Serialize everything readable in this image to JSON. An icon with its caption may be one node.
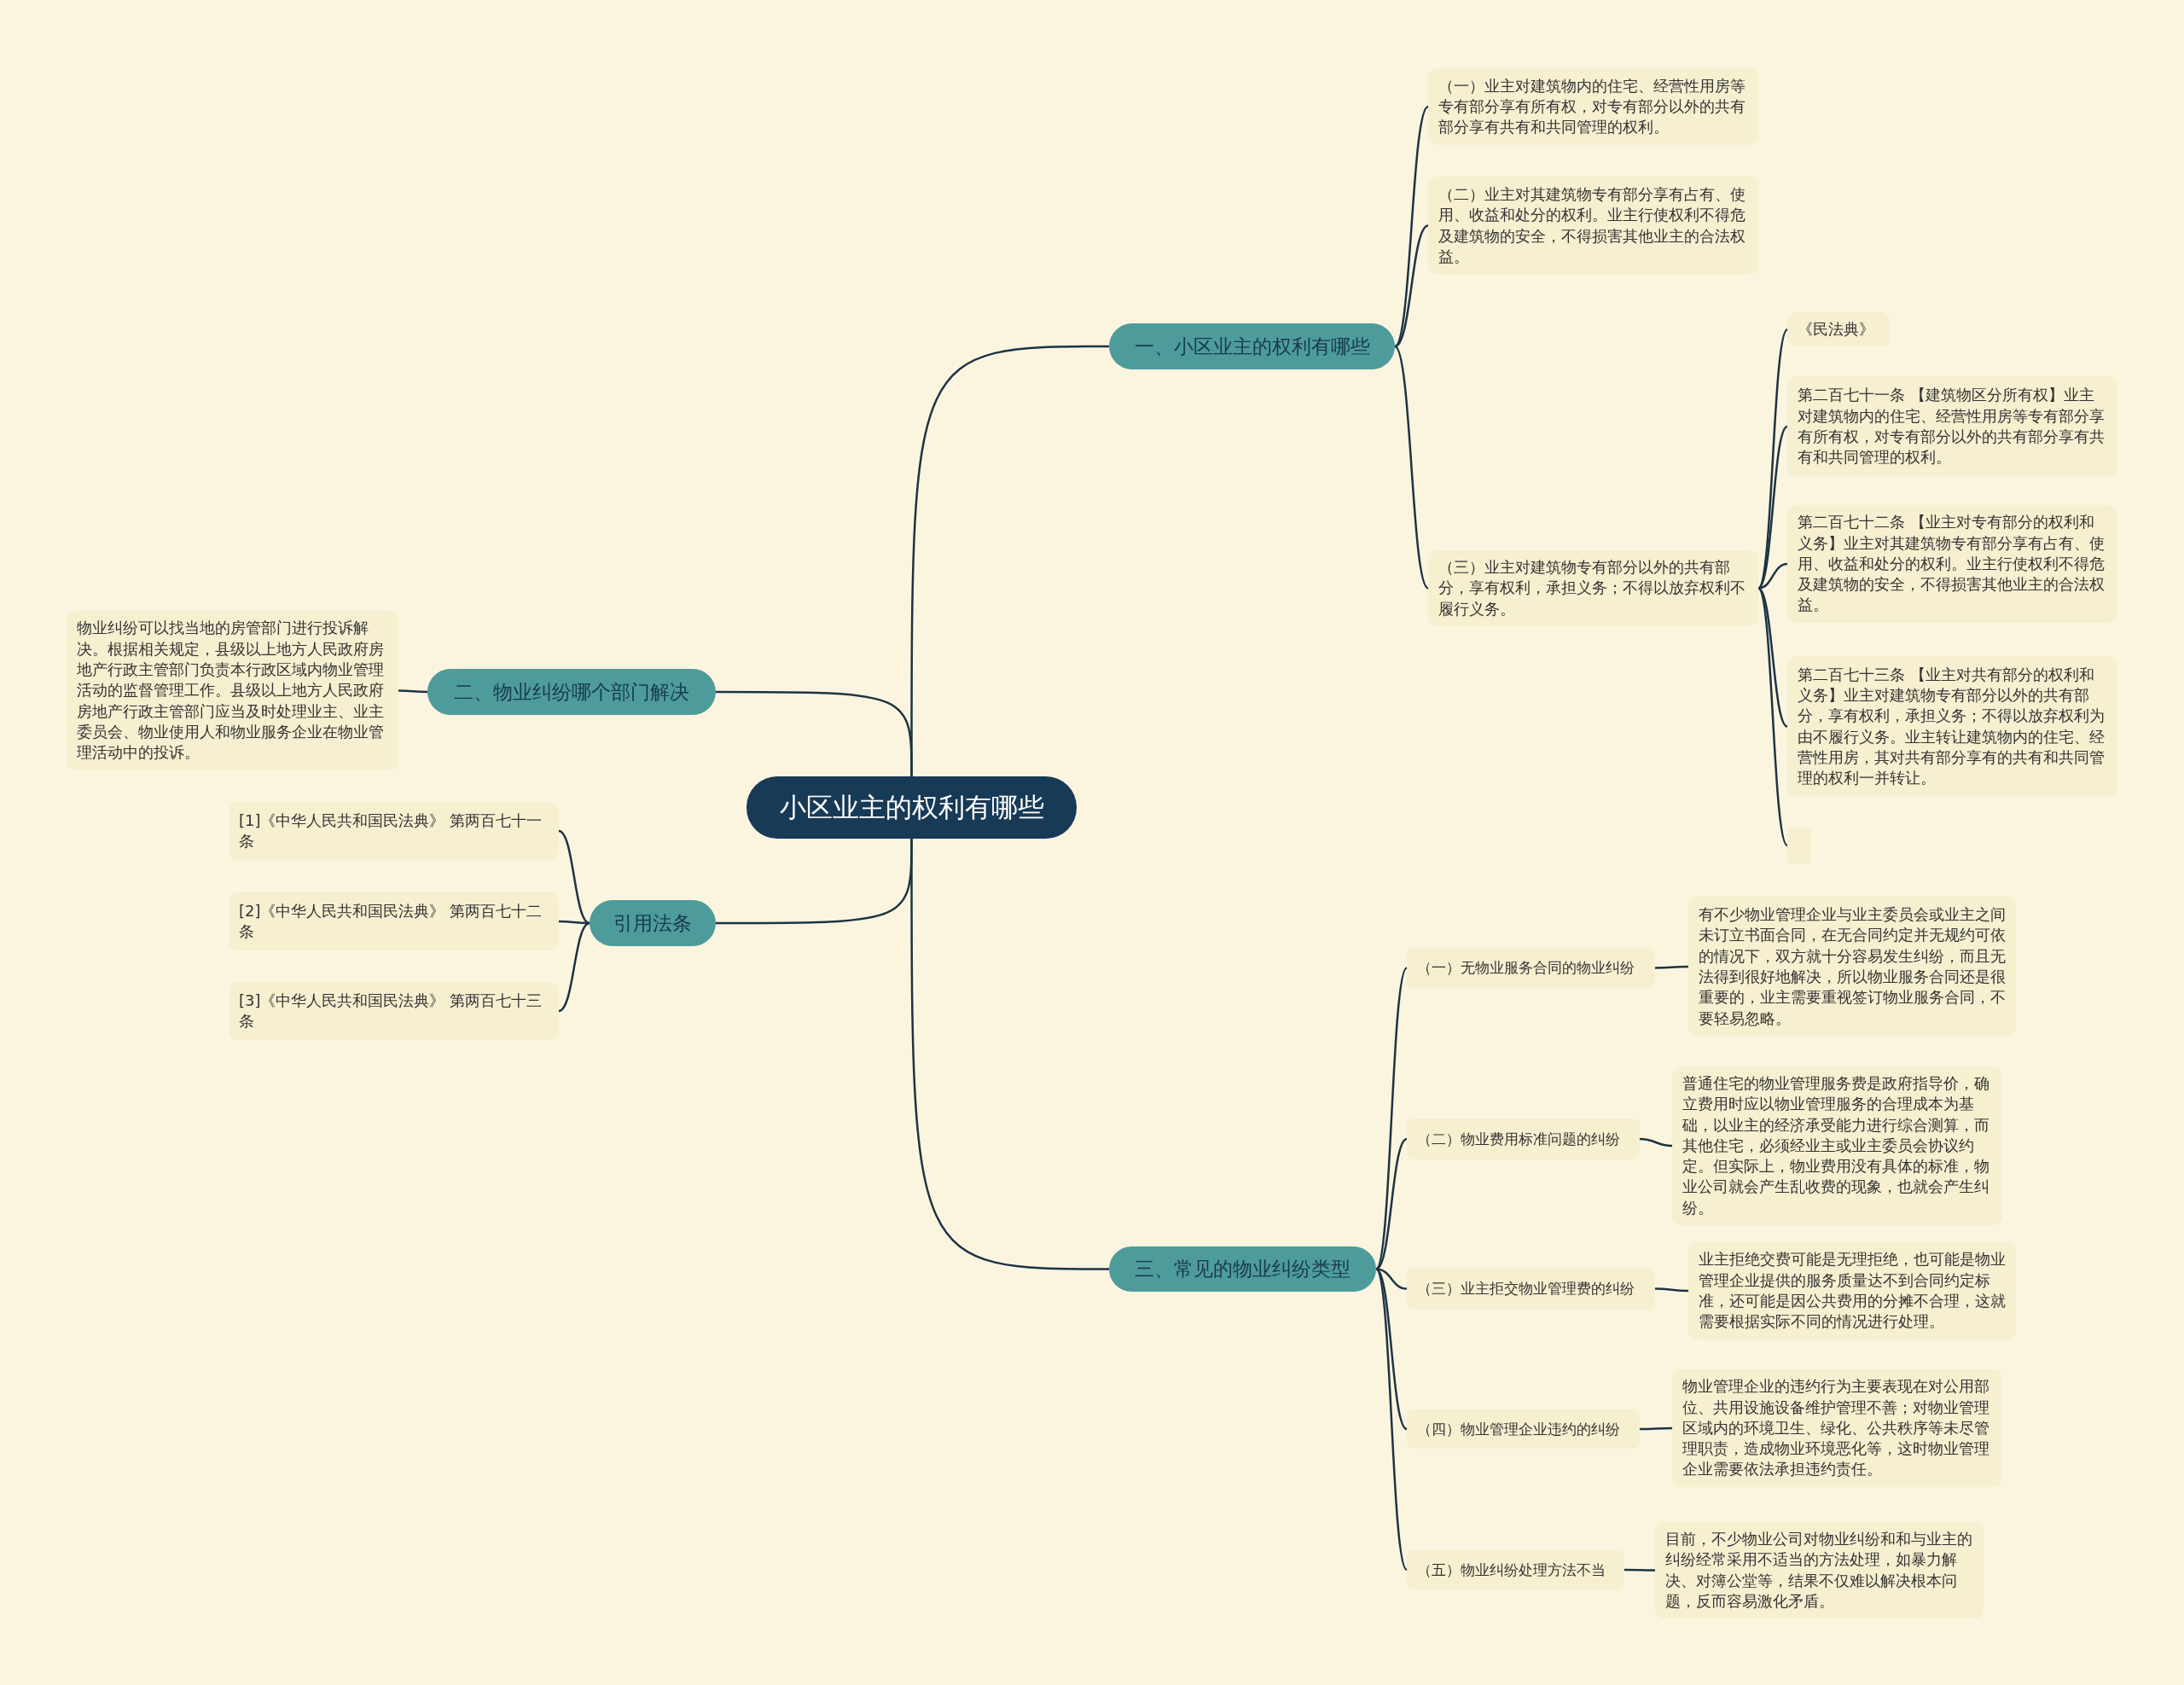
{
  "diagram": {
    "nodes": [
      {
        "text": [
          "小区业主的权利有哪些"
        ]
      },
      {
        "text": [
          "一、小区业主的权利有哪些"
        ]
      },
      {
        "text": [
          "（一）业主对建筑物内的住宅、经营性用房等专有部分享有所有权，对专有部分以外的共有部分享有共有和共同管理的权利。"
        ]
      },
      {
        "text": [
          "（二）业主对其建筑物专有部分享有占有、使用、收益和处分的权利。业主行使权利不得危及建筑物的安全，不得损害其他业主的合法权益。"
        ]
      },
      {
        "text": [
          "（三）业主对建筑物专有部分以外的共有部分，享有权利，承担义务；不得以放弃权利不履行义务。"
        ]
      },
      {
        "text": [
          "《民法典》"
        ]
      },
      {
        "text": [
          "第二百七十一条 【建筑物区分所有权】业主对建筑物内的住宅、经营性用房等专有部分享有所有权，对专有部分以外的共有部分享有共有和共同管理的权利。"
        ]
      },
      {
        "text": [
          "第二百七十二条 【业主对专有部分的权利和义务】业主对其建筑物专有部分享有占有、使用、收益和处分的权利。业主行使权利不得危及建筑物的安全，不得损害其他业主的合法权益。"
        ]
      },
      {
        "text": [
          "第二百七十三条 【业主对共有部分的权利和义务】业主对建筑物专有部分以外的共有部分，享有权利，承担义务；不得以放弃权利为由不履行义务。业主转让建筑物内的住宅、经营性用房，其对共有部分享有的共有和共同管理的权利一并转让。"
        ]
      },
      {
        "text": [],
        "shape": "box"
      },
      {
        "text": [
          "二、物业纠纷哪个部门解决"
        ]
      },
      {
        "text": [
          "物业纠纷可以找当地的房管部门进行投诉解决。根据相关规定，县级以上地方人民政府房地产行政主管部门负责本行政区域内物业管理活动的监督管理工作。县级以上地方人民政府房地产行政主管部门应当及时处理业主、业主委员会、物业使用人和物业服务企业在物业管理活动中的投诉。"
        ]
      },
      {
        "text": [
          "引用法条"
        ]
      },
      {
        "text": [
          "[1]《中华人民共和国民法典》 第两百七十一条"
        ]
      },
      {
        "text": [
          "[2]《中华人民共和国民法典》 第两百七十二条"
        ]
      },
      {
        "text": [
          "[3]《中华人民共和国民法典》 第两百七十三条"
        ]
      },
      {
        "text": [
          "三、常见的物业纠纷类型"
        ]
      },
      {
        "text": [
          "（一）无物业服务合同的物业纠纷"
        ]
      },
      {
        "text": [
          "有不少物业管理企业与业主委员会或业主之间未订立书面合同，在无合同约定并无规约可依的情况下，双方就十分容易发生纠纷，而且无法得到很好地解决，所以物业服务合同还是很重要的，业主需要重视签订物业服务合同，不要轻易忽略。"
        ]
      },
      {
        "text": [
          "（二）物业费用标准问题的纠纷"
        ]
      },
      {
        "text": [
          "普通住宅的物业管理服务费是政府指导价，确立费用时应以物业管理服务的合理成本为基础，以业主的经济承受能力进行综合测算，而其他住宅，必须经业主或业主委员会协议约定。但实际上，物业费用没有具体的标准，物业公司就会产生乱收费的现象，也就会产生纠纷。"
        ]
      },
      {
        "text": [
          "（三）业主拒交物业管理费的纠纷"
        ]
      },
      {
        "text": [
          "业主拒绝交费可能是无理拒绝，也可能是物业管理企业提供的服务质量达不到合同约定标准，还可能是因公共费用的分摊不合理，这就需要根据实际不同的情况进行处理。"
        ]
      },
      {
        "text": [
          "（四）物业管理企业违约的纠纷"
        ]
      },
      {
        "text": [
          "物业管理企业的违约行为主要表现在对公用部位、共用设施设备维护管理不善；对物业管理区域内的环境卫生、绿化、公共秩序等未尽管理职责，造成物业环境恶化等，这时物业管理企业需要依法承担违约责任。"
        ]
      },
      {
        "text": [
          "（五）物业纠纷处理方法不当"
        ]
      },
      {
        "text": [
          "目前，不少物业公司对物业纠纷和和与业主的纠纷经常采用不适当的方法处理，如暴力解决、对簿公堂等，结果不仅难以解决根本问题，反而容易激化矛盾。"
        ]
      }
    ],
    "edges": [
      {
        "from": 0,
        "to": 1,
        "arrow": "none"
      },
      {
        "from": 1,
        "to": 2,
        "arrow": "none"
      },
      {
        "from": 1,
        "to": 3,
        "arrow": "none"
      },
      {
        "from": 1,
        "to": 4,
        "arrow": "none"
      },
      {
        "from": 4,
        "to": 5,
        "arrow": "none"
      },
      {
        "from": 4,
        "to": 6,
        "arrow": "none"
      },
      {
        "from": 4,
        "to": 7,
        "arrow": "none"
      },
      {
        "from": 4,
        "to": 8,
        "arrow": "none"
      },
      {
        "from": 4,
        "to": 9,
        "arrow": "none"
      },
      {
        "from": 0,
        "to": 10,
        "arrow": "none"
      },
      {
        "from": 10,
        "to": 11,
        "arrow": "none"
      },
      {
        "from": 0,
        "to": 12,
        "arrow": "none"
      },
      {
        "from": 12,
        "to": 13,
        "arrow": "none"
      },
      {
        "from": 12,
        "to": 14,
        "arrow": "none"
      },
      {
        "from": 12,
        "to": 15,
        "arrow": "none"
      },
      {
        "from": 0,
        "to": 16,
        "arrow": "none"
      },
      {
        "from": 16,
        "to": 17,
        "arrow": "none"
      },
      {
        "from": 17,
        "to": 18,
        "arrow": "none"
      },
      {
        "from": 16,
        "to": 19,
        "arrow": "none"
      },
      {
        "from": 19,
        "to": 20,
        "arrow": "none"
      },
      {
        "from": 16,
        "to": 21,
        "arrow": "none"
      },
      {
        "from": 21,
        "to": 22,
        "arrow": "none"
      },
      {
        "from": 16,
        "to": 23,
        "arrow": "none"
      },
      {
        "from": 23,
        "to": 24,
        "arrow": "none"
      },
      {
        "from": 16,
        "to": 25,
        "arrow": "none"
      },
      {
        "from": 25,
        "to": 26,
        "arrow": "none"
      }
    ]
  }
}
